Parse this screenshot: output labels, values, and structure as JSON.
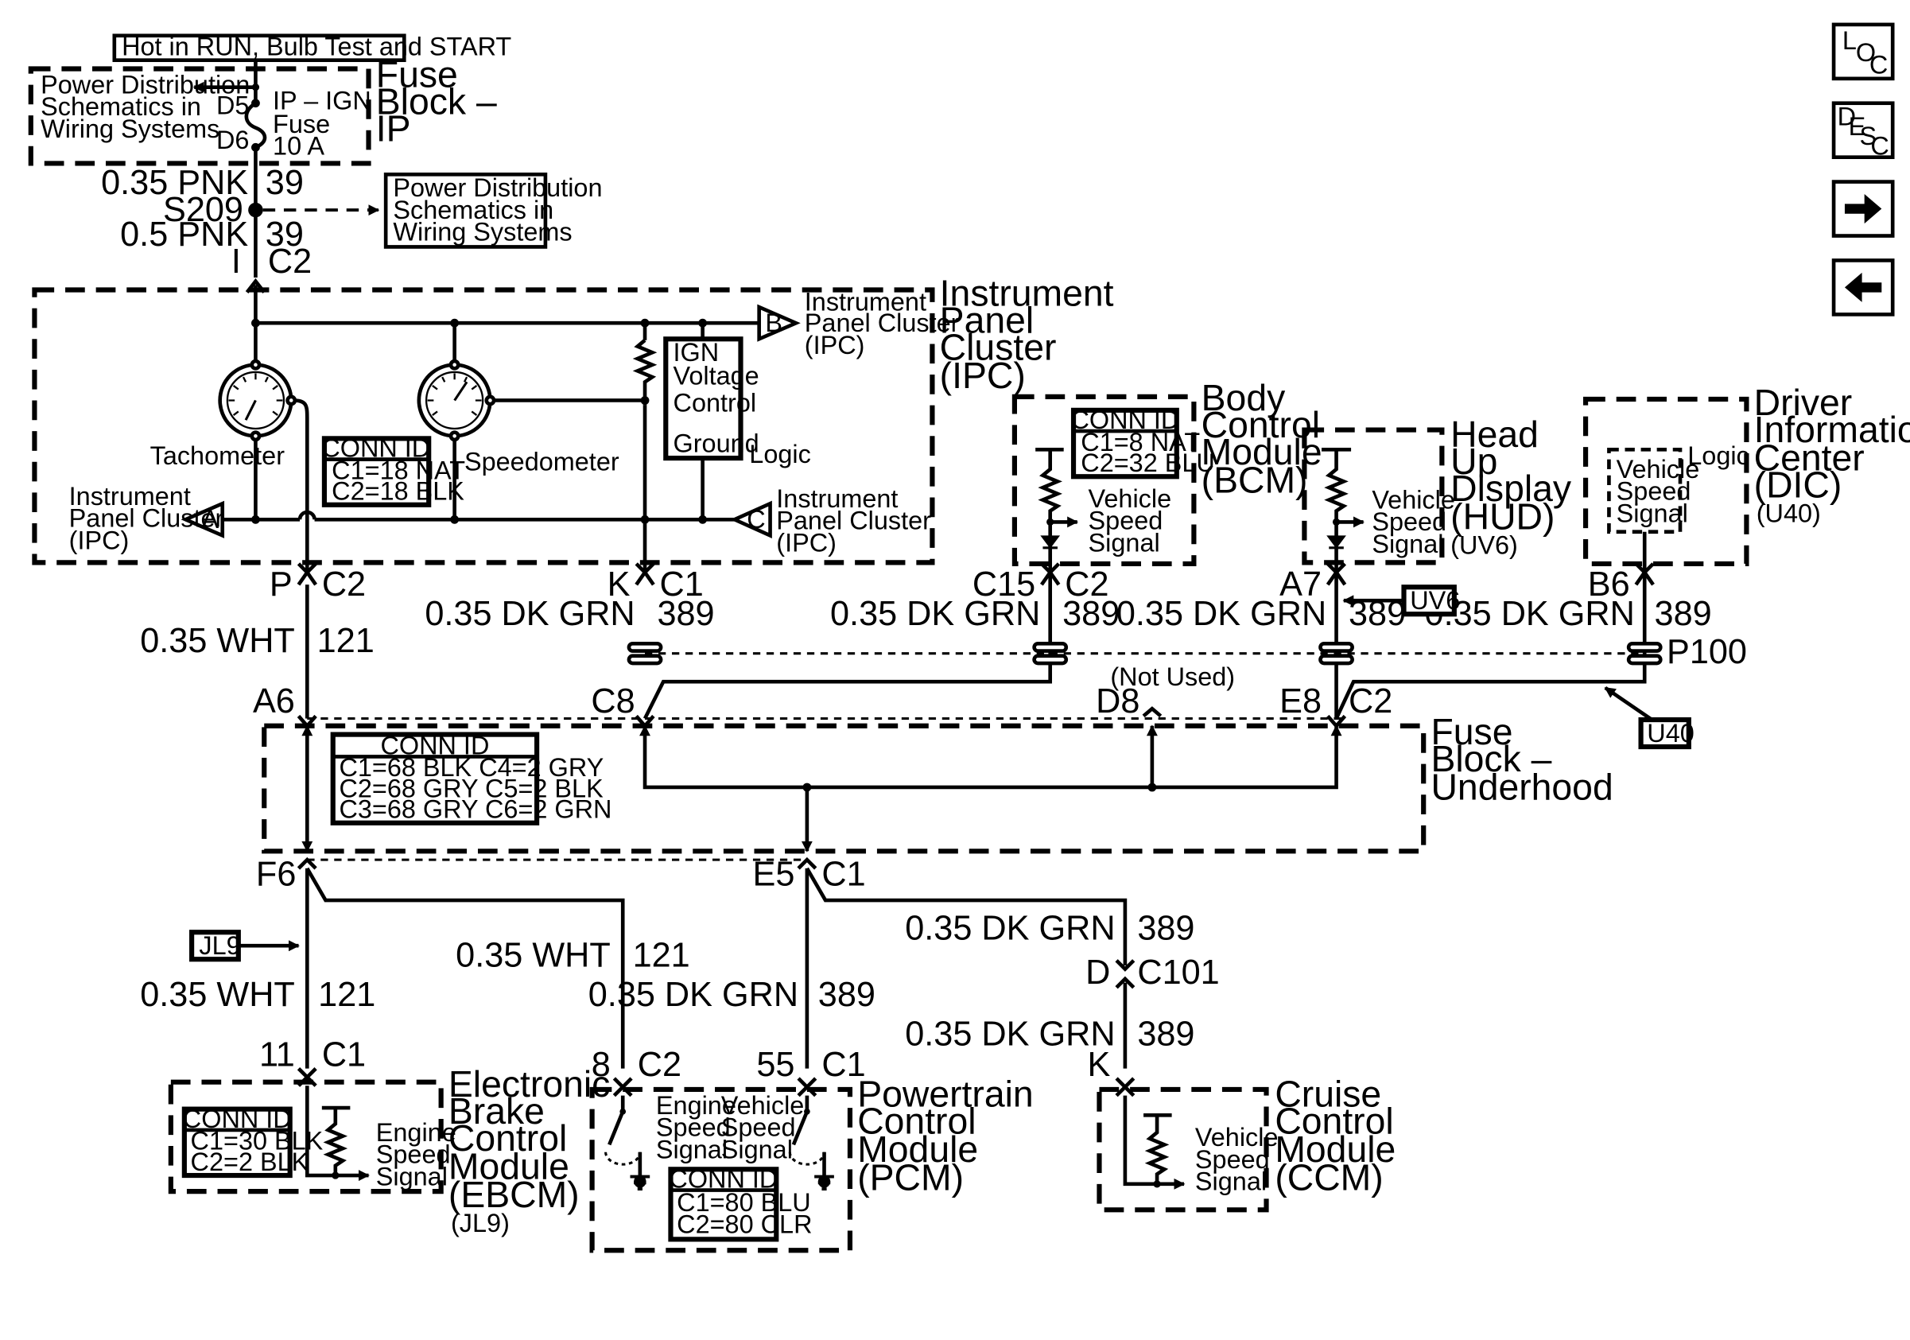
{
  "nav": {
    "loc": {
      "l": "L",
      "o": "O",
      "c": "C"
    },
    "desc": {
      "d": "D",
      "e": "E",
      "s": "S",
      "c": "C"
    }
  },
  "power": {
    "hot_label": "Hot in RUN, Bulb Test and START",
    "pd_line1": "Power Distribution",
    "pd_line2": "Schematics in",
    "pd_line3": "Wiring Systems",
    "d5": "D5",
    "d6": "D6",
    "fuse_line1": "IP – IGN",
    "fuse_line2": "Fuse",
    "fuse_line3": "10 A",
    "fb_line1": "Fuse",
    "fb_line2": "Block –",
    "fb_line3": "IP",
    "w1_gauge": "0.35 PNK",
    "w1_circuit": "39",
    "splice": "S209",
    "w2_gauge": "0.5 PNK",
    "w2_circuit": "39",
    "pin_i": "I",
    "conn_c2": "C2",
    "pd2_line1": "Power Distribution",
    "pd2_line2": "Schematics in",
    "pd2_line3": "Wiring Systems"
  },
  "ipc": {
    "title1": "Instrument",
    "title2": "Panel",
    "title3": "Cluster",
    "title4": "(IPC)",
    "tach": "Tachometer",
    "speedo": "Speedometer",
    "conn_title": "CONN ID",
    "conn1": "C1=18 NAT",
    "conn2": "C2=18 BLK",
    "ign1": "IGN",
    "ign2": "Voltage",
    "ign3": "Control",
    "ground": "Ground",
    "logic": "Logic",
    "ref_a": "A",
    "ref_b": "B",
    "ref_c": "C",
    "ref1": "Instrument",
    "ref2": "Panel Cluster",
    "ref3": "(IPC)"
  },
  "wires_top": {
    "p": "P",
    "p_conn": "C2",
    "k": "K",
    "k_conn": "C1",
    "c15": "C15",
    "c15_conn": "C2",
    "a7": "A7",
    "b6": "B6",
    "wht_gauge": "0.35 WHT",
    "wht_circuit": "121",
    "dkgrn_gauge": "0.35 DK GRN",
    "dkgrn_circuit": "389",
    "uv6_tag": "UV6",
    "u40_tag": "U40",
    "p100": "P100"
  },
  "bcm": {
    "title1": "Body",
    "title2": "Control",
    "title3": "Module",
    "title4": "(BCM)",
    "conn_title": "CONN ID",
    "conn1": "C1=8 NAT",
    "conn2": "C2=32 BLU",
    "sig1": "Vehicle",
    "sig2": "Speed",
    "sig3": "Signal"
  },
  "hud": {
    "title1": "Head",
    "title2": "Up",
    "title3": "Display",
    "title4": "(HUD)",
    "title5": "(UV6)",
    "sig1": "Vehicle",
    "sig2": "Speed",
    "sig3": "Signal"
  },
  "dic": {
    "title1": "Driver",
    "title2": "Information",
    "title3": "Center",
    "title4": "(DIC)",
    "title5": "(U40)",
    "sig1": "Vehicle",
    "sig2": "Speed",
    "sig3": "Signal",
    "logic": "Logic"
  },
  "fbu": {
    "a6": "A6",
    "c8": "C8",
    "not_used": "(Not Used)",
    "d8": "D8",
    "e8": "E8",
    "e8_conn": "C2",
    "title1": "Fuse",
    "title2": "Block –",
    "title3": "Underhood",
    "conn_title": "CONN ID",
    "conn1": "C1=68 BLK  C4=2 GRY",
    "conn2": "C2=68 GRY  C5=2 BLK",
    "conn3": "C3=68 GRY  C6=2 GRN",
    "f6": "F6",
    "e5": "E5",
    "e5_conn": "C1"
  },
  "lower": {
    "jl9_tag": "JL9",
    "wht_gauge": "0.35 WHT",
    "wht_circuit": "121",
    "dkgrn_gauge": "0.35 DK GRN",
    "dkgrn_circuit": "389",
    "d": "D",
    "c101": "C101",
    "k": "K",
    "pin11": "11",
    "pin11_conn": "C1",
    "pin8": "8",
    "pin8_conn": "C2",
    "pin55": "55",
    "pin55_conn": "C1"
  },
  "ebcm": {
    "title1": "Electronic",
    "title2": "Brake",
    "title3": "Control",
    "title4": "Module",
    "title5": "(EBCM)",
    "title6": "(JL9)",
    "conn_title": "CONN ID",
    "conn1": "C1=30 BLK",
    "conn2": "C2=2 BLK",
    "sig1": "Engine",
    "sig2": "Speed",
    "sig3": "Signal"
  },
  "pcm": {
    "title1": "Powertrain",
    "title2": "Control",
    "title3": "Module",
    "title4": "(PCM)",
    "es1": "Engine",
    "es2": "Speed",
    "es3": "Signal",
    "vs1": "Vehicle",
    "vs2": "Speed",
    "vs3": "Signal",
    "conn_title": "CONN ID",
    "conn1": "C1=80 BLU",
    "conn2": "C2=80 CLR"
  },
  "ccm": {
    "title1": "Cruise",
    "title2": "Control",
    "title3": "Module",
    "title4": "(CCM)",
    "sig1": "Vehicle",
    "sig2": "Speed",
    "sig3": "Signal"
  }
}
